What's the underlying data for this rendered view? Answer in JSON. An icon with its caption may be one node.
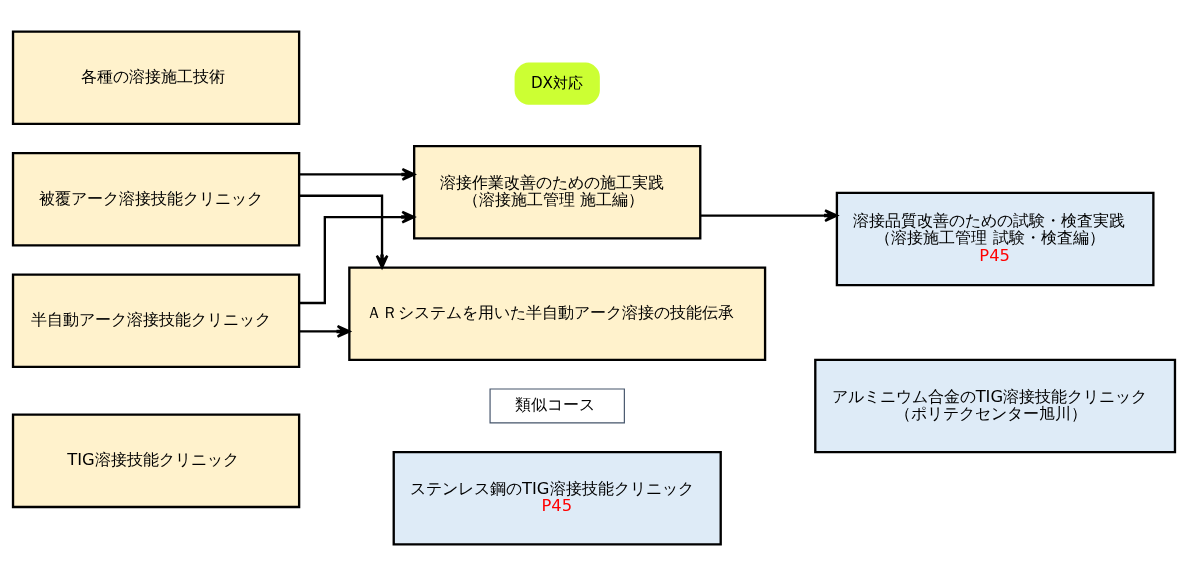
{
  "diagram": {
    "nodes": [
      {
        "text": [
          "各種の溶接施工技術"
        ]
      },
      {
        "text": [
          "被覆アーク溶接技能クリニック"
        ]
      },
      {
        "text": [
          "溶接作業改善のための施工実践",
          "（溶接施工管理 施工編）"
        ]
      },
      {
        "text": [
          "溶接品質改善のための試験・検査実践",
          "（溶接施工管理 試験・検査編）",
          "P45"
        ]
      },
      {
        "text": [
          "半自動アーク溶接技能クリニック"
        ]
      },
      {
        "text": [
          "ＡＲシステムを用いた半自動アーク溶接の技能伝承"
        ]
      },
      {
        "text": [
          "DX対応"
        ]
      },
      {
        "text": [
          "類似コース"
        ]
      },
      {
        "text": [
          "TIG溶接技能クリニック"
        ]
      },
      {
        "text": [
          "ステンレス鋼のTIG溶接技能クリニック",
          "P45"
        ]
      },
      {
        "text": [
          "アルミニウム合金のTIG溶接技能クリニック",
          "（ポリテクセンター旭川）"
        ]
      }
    ],
    "edges": [
      {
        "from": 1,
        "to": 2,
        "arrow": "to"
      },
      {
        "from": 1,
        "to": 5,
        "arrow": "to"
      },
      {
        "from": 4,
        "to": 2,
        "arrow": "to"
      },
      {
        "from": 4,
        "to": 5,
        "arrow": "to"
      },
      {
        "from": 2,
        "to": 3,
        "arrow": "to"
      }
    ]
  }
}
